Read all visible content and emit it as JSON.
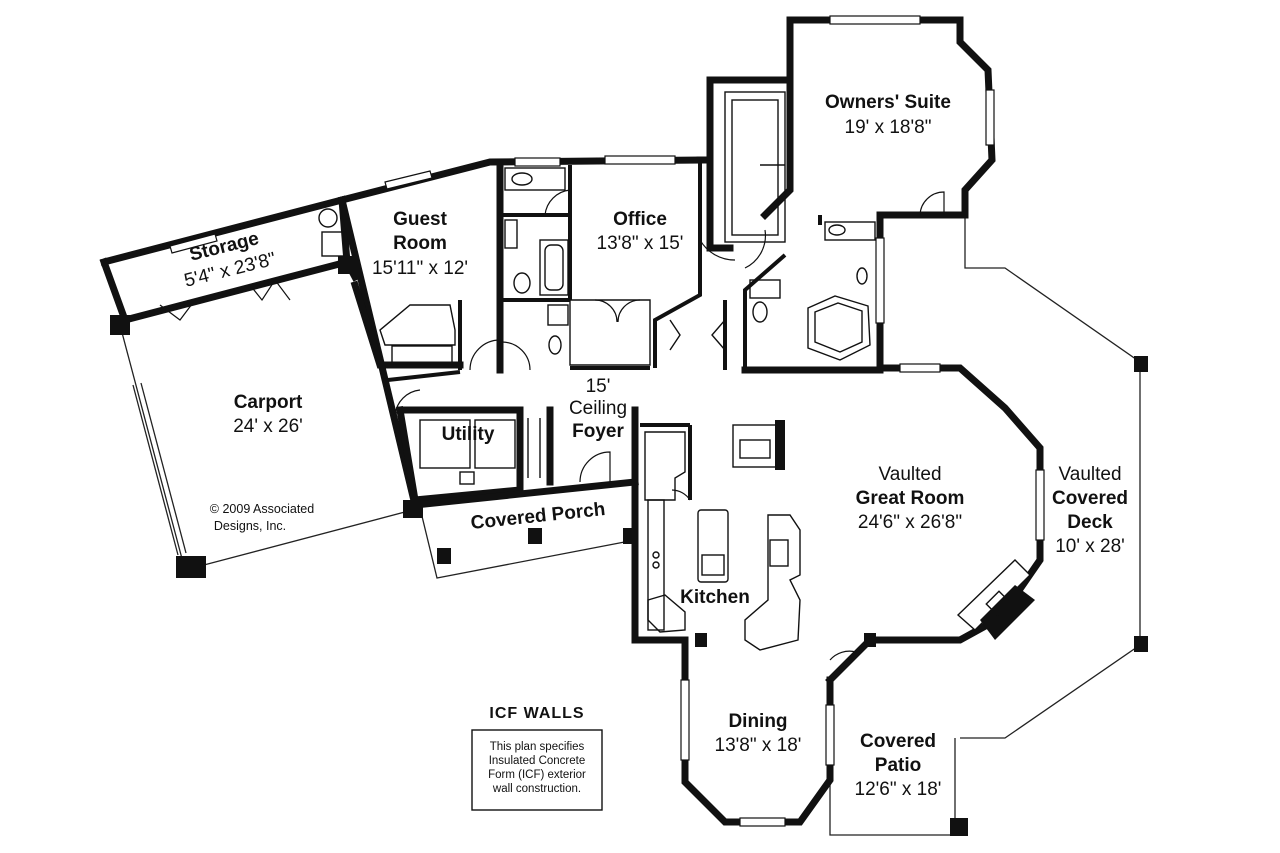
{
  "rooms": {
    "owners_suite": {
      "name": "Owners' Suite",
      "size": "19' x 18'8\""
    },
    "office": {
      "name": "Office",
      "size": "13'8\" x 15'"
    },
    "guest_room": {
      "name_line1": "Guest",
      "name_line2": "Room",
      "size": "15'11\" x 12'"
    },
    "storage": {
      "name": "Storage",
      "size": "5'4\" x 23'8\""
    },
    "carport": {
      "name": "Carport",
      "size": "24' x 26'"
    },
    "utility": {
      "name": "Utility"
    },
    "foyer": {
      "line1": "15'",
      "line2": "Ceiling",
      "line3": "Foyer"
    },
    "covered_porch": {
      "name": "Covered Porch"
    },
    "great_room": {
      "line1": "Vaulted",
      "line2": "Great Room",
      "size": "24'6\" x 26'8\""
    },
    "covered_deck": {
      "line1": "Vaulted",
      "line2": "Covered",
      "line3": "Deck",
      "size": "10' x 28'"
    },
    "kitchen": {
      "name": "Kitchen"
    },
    "dining": {
      "name": "Dining",
      "size": "13'8\" x 18'"
    },
    "covered_patio": {
      "line1": "Covered",
      "line2": "Patio",
      "size": "12'6\" x 18'"
    }
  },
  "copyright": {
    "line1": "© 2009 Associated",
    "line2": "Designs, Inc."
  },
  "icf_note": {
    "heading": "ICF WALLS",
    "lines": [
      "This plan specifies",
      "Insulated Concrete",
      "Form (ICF) exterior",
      "wall construction."
    ]
  }
}
